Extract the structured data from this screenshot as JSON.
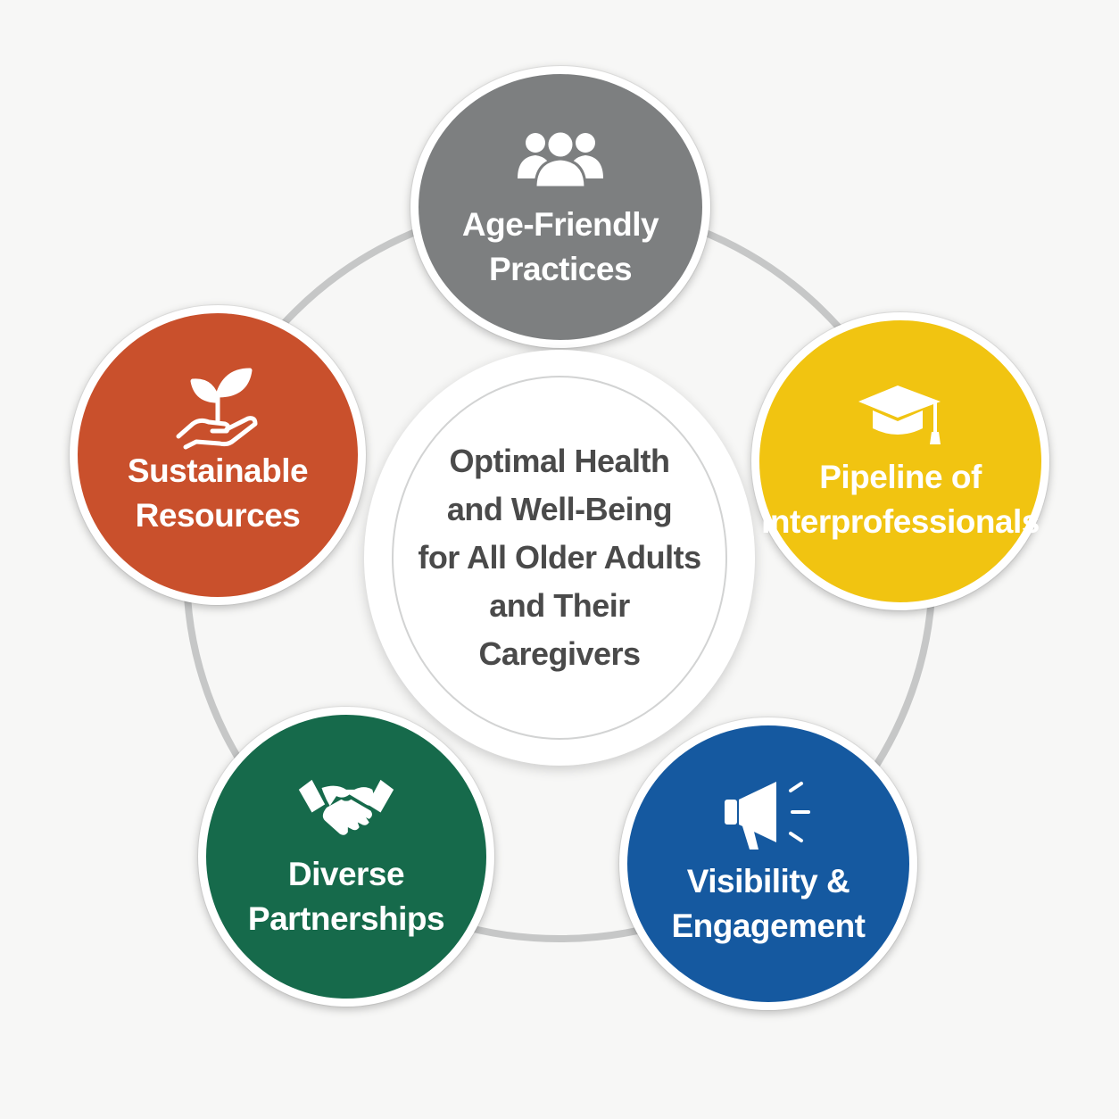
{
  "center": {
    "text": "Optimal Health\nand Well-Being\nfor All Older Adults\nand Their\nCaregivers"
  },
  "nodes": [
    {
      "id": "top",
      "label": "Age-Friendly\nPractices",
      "icon": "people-group-icon",
      "color": "#7d7f80"
    },
    {
      "id": "left",
      "label": "Sustainable\nResources",
      "icon": "plant-in-hand-icon",
      "color": "#c9502c"
    },
    {
      "id": "right",
      "label": "Pipeline of\nInterprofessionals",
      "icon": "graduation-cap-icon",
      "color": "#f1c411"
    },
    {
      "id": "bottom-left",
      "label": "Diverse\nPartnerships",
      "icon": "handshake-icon",
      "color": "#166a4b"
    },
    {
      "id": "bottom-right",
      "label": "Visibility &\nEngagement",
      "icon": "megaphone-icon",
      "color": "#1559a0"
    }
  ],
  "ring_color": "#c6c7c7"
}
